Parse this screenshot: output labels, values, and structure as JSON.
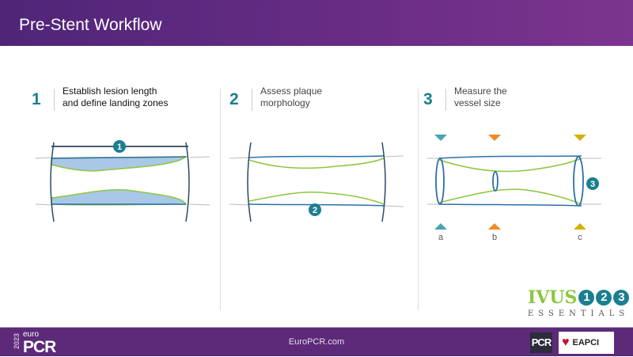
{
  "header": {
    "title": "Pre-Stent Workflow"
  },
  "steps": [
    {
      "number": "1",
      "line1": "Establish lesion length",
      "line2": "and define landing zones"
    },
    {
      "number": "2",
      "line1": "Assess plaque",
      "line2": "morphology"
    },
    {
      "number": "3",
      "line1": "Measure the",
      "line2": "vessel size"
    }
  ],
  "diagram1": {
    "badge": "1"
  },
  "diagram2": {
    "badge": "2"
  },
  "diagram3": {
    "badge": "3",
    "markers": [
      "a",
      "b",
      "c"
    ]
  },
  "logo": {
    "ivus": "IVUS",
    "digits": [
      "1",
      "2",
      "3"
    ],
    "subtitle": "ESSENTIALS"
  },
  "footer": {
    "url": "EuroPCR.com",
    "year": "2023",
    "brand_small": "euro",
    "brand": "PCR",
    "partner1": "PCR",
    "partner2": "EAPCI"
  },
  "colors": {
    "teal": "#1a7f8e",
    "green": "#8dc63f",
    "blue": "#2e6fa8",
    "purple": "#5c2a78"
  }
}
